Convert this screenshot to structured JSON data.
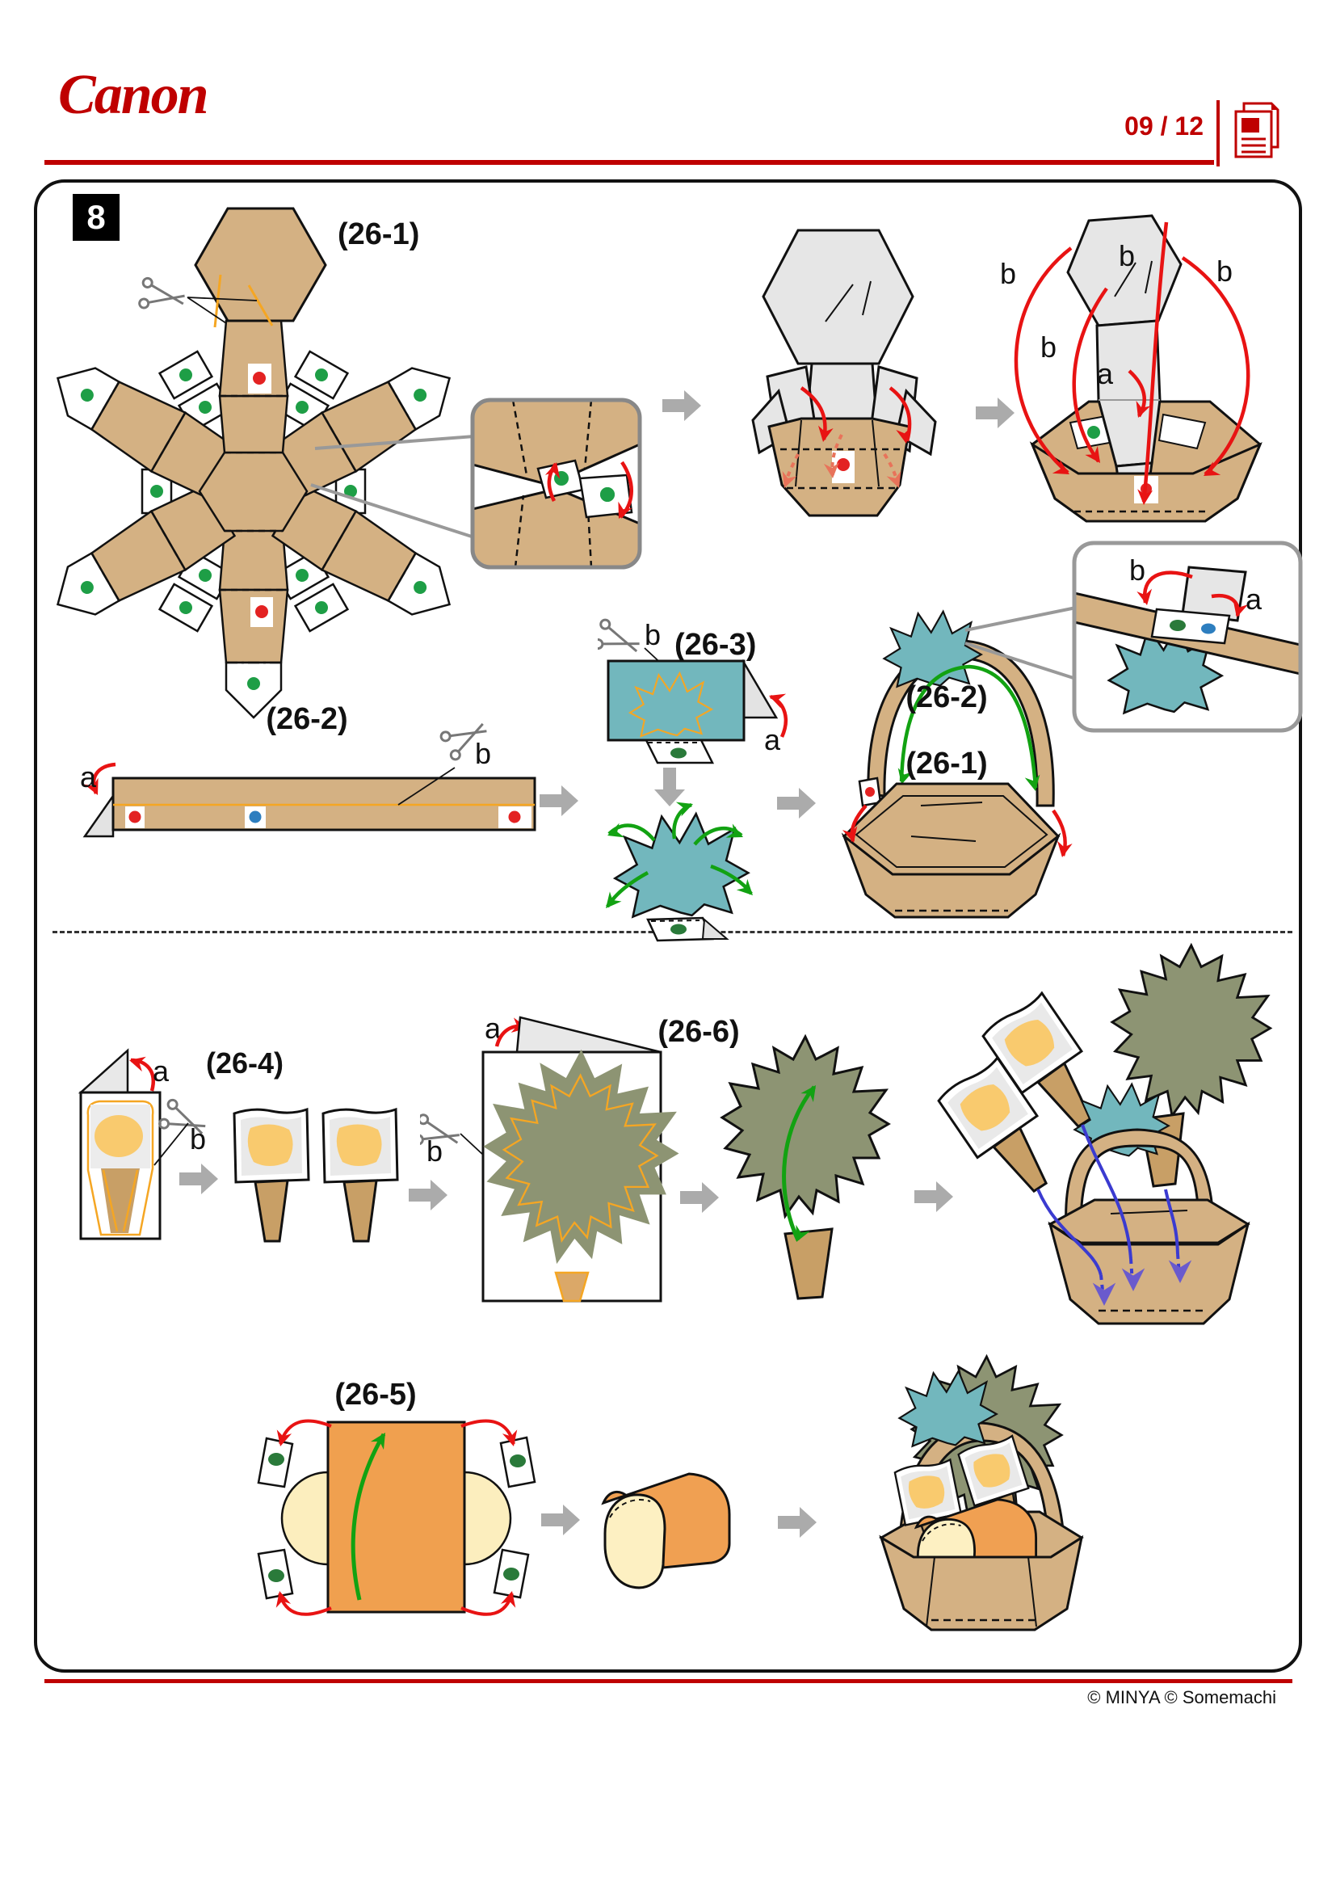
{
  "header": {
    "brand": "Canon",
    "page": "09 / 12"
  },
  "step": {
    "number": "8"
  },
  "parts": {
    "p1": "(26-1)",
    "p2": "(26-2)",
    "p3": "(26-3)",
    "p4": "(26-4)",
    "p5": "(26-5)",
    "p6": "(26-6)"
  },
  "marks": {
    "a": "a",
    "b": "b"
  },
  "footer": {
    "credit": "© MINYA  © Somemachi"
  },
  "icons": {
    "scissors": "✂",
    "pages": "🗐"
  },
  "colors": {
    "brand_red": "#BF0000",
    "paper_tan": "#D4B183",
    "paper_back_gray": "#E6E6E6",
    "ribbon_teal": "#72B7BD",
    "leaf_olive": "#8D9473",
    "cone_tan": "#C89F66",
    "filling_yellow": "#F9CA6E",
    "bread_orange": "#F0A052",
    "bread_cream": "#FDF0C2",
    "wrap_orange": "#F0A04F",
    "cut_line_orange": "#F5A623",
    "fold_arrow_red": "#E81313",
    "spread_arrow_green": "#12A212",
    "insert_arrow_blue": "#3B3BD0",
    "flow_arrow_gray": "#ABABAB",
    "glue_dot_green": "#1E9E46",
    "glue_dot_red": "#E32222",
    "glue_dot_blue": "#2D7EBF"
  }
}
